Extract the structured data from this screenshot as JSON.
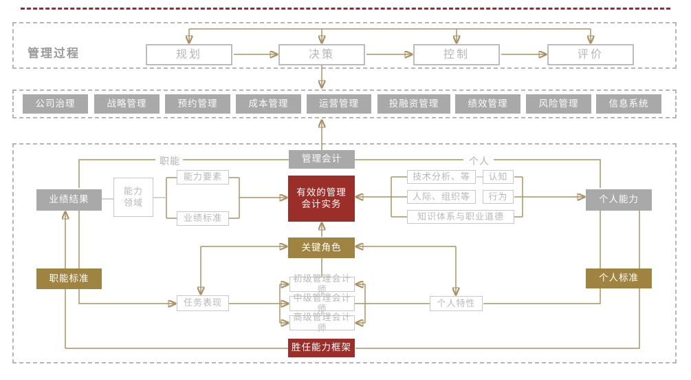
{
  "colors": {
    "accent_red": "#9c2e2a",
    "accent_gold": "#9f8341",
    "box_gray": "#a9a9a9",
    "line_tan": "#ab9264",
    "line_gray": "#c4c4c4",
    "dashed_border_gray": "#b5b5b5",
    "top_divider_red": "#9a2a2e"
  },
  "process": {
    "title": "管理过程",
    "steps": [
      "规划",
      "决策",
      "控制",
      "评价"
    ]
  },
  "domains": {
    "items": [
      "公司治理",
      "战略管理",
      "预约管理",
      "成本管理",
      "运营管理",
      "投融资管理",
      "绩效管理",
      "风险管理",
      "信息系统"
    ]
  },
  "framework": {
    "function_label": "职能",
    "individual_label": "个人",
    "management_accounting": "管理会计",
    "effective_practice_line1": "有效的管理",
    "effective_practice_line2": "会计实务",
    "key_roles": "关键角色",
    "performance_results": "业绩结果",
    "competency_area_line1": "能力",
    "competency_area_line2": "领域",
    "competency_elements": "能力要素",
    "performance_standards": "业绩标准",
    "technical_analysis": "技术分析、等",
    "cognition": "认知",
    "interpersonal": "人际、组织等",
    "behavior": "行为",
    "knowledge_ethics": "知识体系与职业道德",
    "personal_ability": "个人能力",
    "function_standards": "职能标准",
    "personal_standards": "个人标准",
    "task_performance": "任务表现",
    "junior_accountant": "初级管理会计师",
    "intermediate_accountant": "中级管理会计师",
    "senior_accountant": "高级管理会计师",
    "personal_traits": "个人特性",
    "competency_framework": "胜任能力框架"
  }
}
